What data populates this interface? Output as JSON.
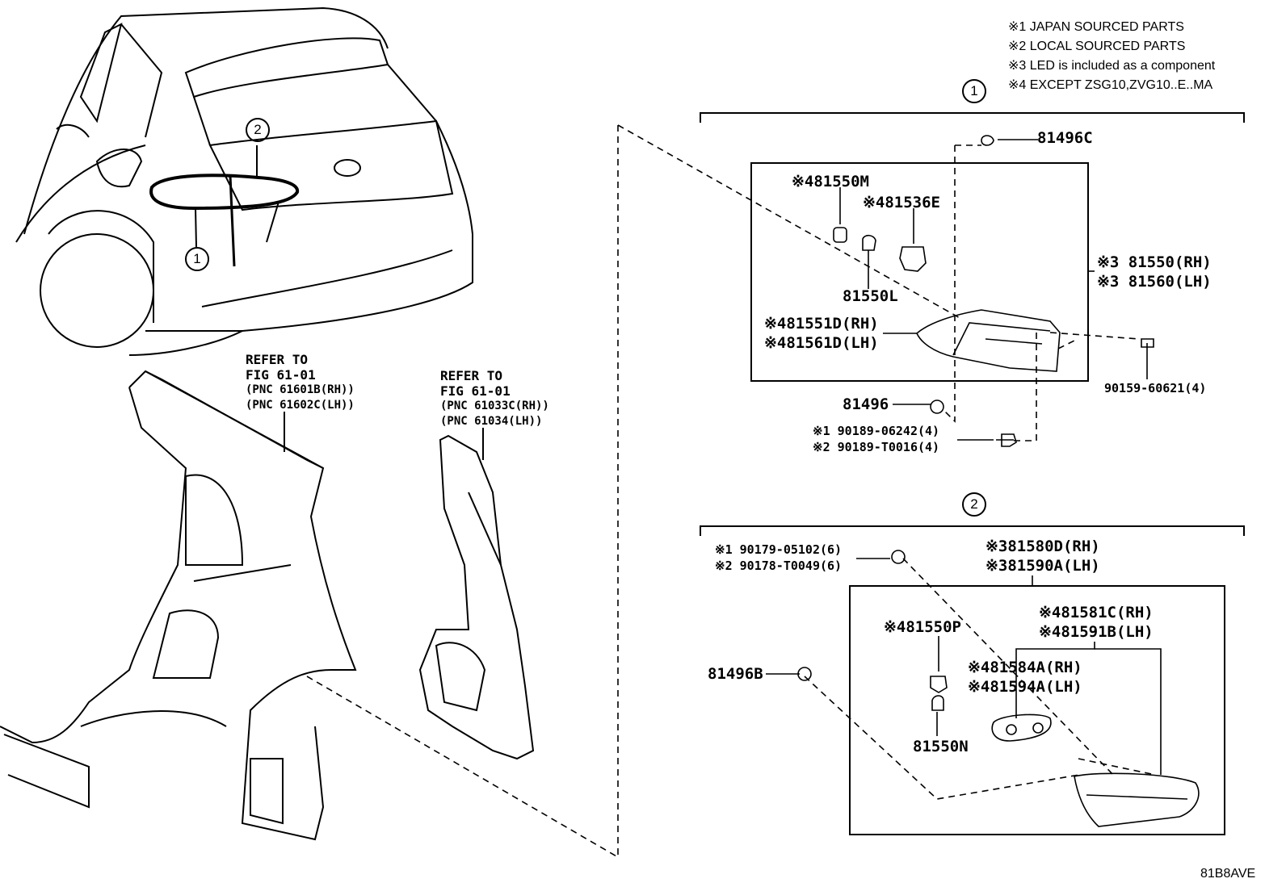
{
  "legend": [
    "※1 JAPAN SOURCED PARTS",
    "※2 LOCAL SOURCED PARTS",
    "※3 LED is included as a component",
    "※4 EXCEPT ZSG10,ZVG10..E..MA"
  ],
  "callouts": {
    "one": "1",
    "two": "2"
  },
  "refer_left": {
    "line1": "REFER TO",
    "line2": "FIG 61-01",
    "line3": "(PNC 61601B(RH))",
    "line4": "(PNC 61602C(LH))"
  },
  "refer_right": {
    "line1": "REFER TO",
    "line2": "FIG 61-01",
    "line3": "(PNC 61033C(RH))",
    "line4": "(PNC 61034(LH))"
  },
  "group1": {
    "p81496C": "81496C",
    "p81550M": "※481550M",
    "p81536E": "※481536E",
    "p81550RH": "※3 81550(RH)",
    "p81560LH": "※3 81560(LH)",
    "p81550L": "81550L",
    "p81551D": "※481551D(RH)",
    "p81561D": "※481561D(LH)",
    "p90159": "90159-60621(4)",
    "p81496": "81496",
    "p90189a": "※1 90189-06242(4)",
    "p90189b": "※2 90189-T0016(4)"
  },
  "group2": {
    "p90179": "※1 90179-05102(6)",
    "p90178": "※2 90178-T0049(6)",
    "p81580D": "※381580D(RH)",
    "p81590A": "※381590A(LH)",
    "p81581C": "※481581C(RH)",
    "p81591B": "※481591B(LH)",
    "p81550P": "※481550P",
    "p81584A": "※481584A(RH)",
    "p81594A": "※481594A(LH)",
    "p81496B": "81496B",
    "p81550N": "81550N"
  },
  "diagram_code": "81B8AVE"
}
